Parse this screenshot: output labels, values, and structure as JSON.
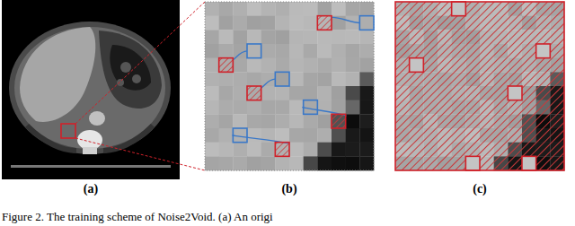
{
  "diagram": {
    "caption": "Figure 2. The training scheme of Noise2Void. (a) An origi",
    "labels": [
      "(a)",
      "(b)",
      "(c)"
    ]
  }
}
